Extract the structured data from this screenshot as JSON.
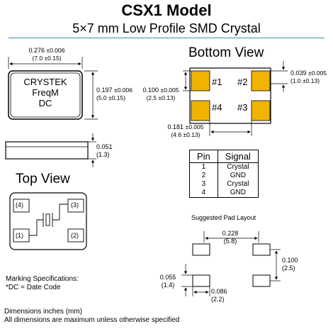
{
  "title": "CSX1 Model",
  "subtitle": "5×7 mm Low Profile SMD Crystal",
  "package_marking": {
    "line1": "CRYSTEK",
    "line2": "FreqM",
    "line3": "DC"
  },
  "dims": {
    "width_in": "0.276",
    "width_tol": "±0.006",
    "width_mm": "(7.0 ±0.15)",
    "height_in": "0.197",
    "height_tol": "±0.006",
    "height_mm": "(5.0 ±0.15)",
    "thick_in": "0.051",
    "thick_mm": "(1.3)",
    "pad_w_in": "0.100",
    "pad_w_tol": "±0.005",
    "pad_w_mm": "(2.5 ±0.13)",
    "pad_gap_in": "0.039",
    "pad_gap_tol": "±0.005",
    "pad_gap_mm": "(1.0 ±0.13)",
    "pad_sp_in": "0.181",
    "pad_sp_tol": "±0.005",
    "pad_sp_mm": "(4.6 ±0.13)"
  },
  "bottom_view": {
    "heading": "Bottom View",
    "pads": [
      "#1",
      "#2",
      "#4",
      "#3"
    ]
  },
  "top_view": {
    "heading": "Top View",
    "pins": [
      "(4)",
      "(3)",
      "(1)",
      "(2)"
    ]
  },
  "pin_table": {
    "headers": [
      "Pin",
      "Signal"
    ],
    "rows": [
      [
        "1",
        "Crystal"
      ],
      [
        "2",
        "GND"
      ],
      [
        "3",
        "Crystal"
      ],
      [
        "4",
        "GND"
      ]
    ]
  },
  "pad_layout": {
    "heading": "Suggested Pad Layout",
    "span_in": "0.228",
    "span_mm": "(5.8)",
    "vert_in": "0.100",
    "vert_mm": "(2.5)",
    "pad_h_in": "0.055",
    "pad_h_mm": "(1.4)",
    "pad_w_in": "0.086",
    "pad_w_mm": "(2.2)"
  },
  "marking_spec": {
    "line1": "Marking Specifications:",
    "line2": "*DC = Date Code"
  },
  "footer": {
    "line1": "Dimensions inches (mm)",
    "line2": "All dimensions are maximum unless otherwise specified"
  },
  "colors": {
    "pad": "#f0b400",
    "rule": "#3a8fb0"
  }
}
